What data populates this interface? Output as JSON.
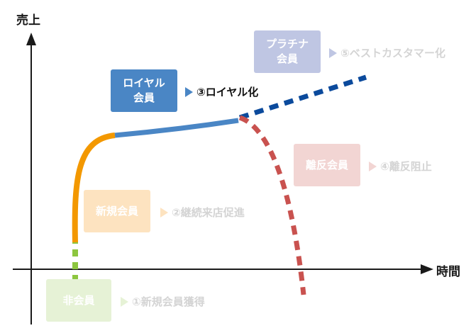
{
  "axes": {
    "y_label": "売上",
    "x_label": "時間"
  },
  "stages": [
    {
      "id": "non-member",
      "box_lines": [
        "非会員"
      ],
      "step_label": "①新規会員獲得",
      "box_color": "#e6f2d6",
      "arrow_color": "#e6f2d6",
      "text_color": "#d4d4d4"
    },
    {
      "id": "new-member",
      "box_lines": [
        "新規会員"
      ],
      "step_label": "②継続来店促進",
      "box_color": "#fde3c0",
      "arrow_color": "#fde3c0",
      "text_color": "#d4d4d4"
    },
    {
      "id": "loyal-member",
      "box_lines": [
        "ロイヤル",
        "会員"
      ],
      "step_label": "③ロイヤル化",
      "box_color": "#4a86c5",
      "arrow_color": "#4a86c5",
      "text_color": "#111111"
    },
    {
      "id": "churn-member",
      "box_lines": [
        "離反会員"
      ],
      "step_label": "④離反阻止",
      "box_color": "#f2d5d3",
      "arrow_color": "#f2d5d3",
      "text_color": "#d4d4d4"
    },
    {
      "id": "platinum-member",
      "box_lines": [
        "プラチナ",
        "会員"
      ],
      "step_label": "⑤ベストカスタマー化",
      "box_color": "#bfc6e3",
      "arrow_color": "#bfc6e3",
      "text_color": "#d4d4d4"
    }
  ],
  "curve_colors": {
    "non_member_dashes": "#8dc63f",
    "new_member_curve": "#f39800",
    "loyal_curve": "#4a86c5",
    "platinum_dashes": "#0b4a9c",
    "churn_dashes": "#c9524f"
  }
}
